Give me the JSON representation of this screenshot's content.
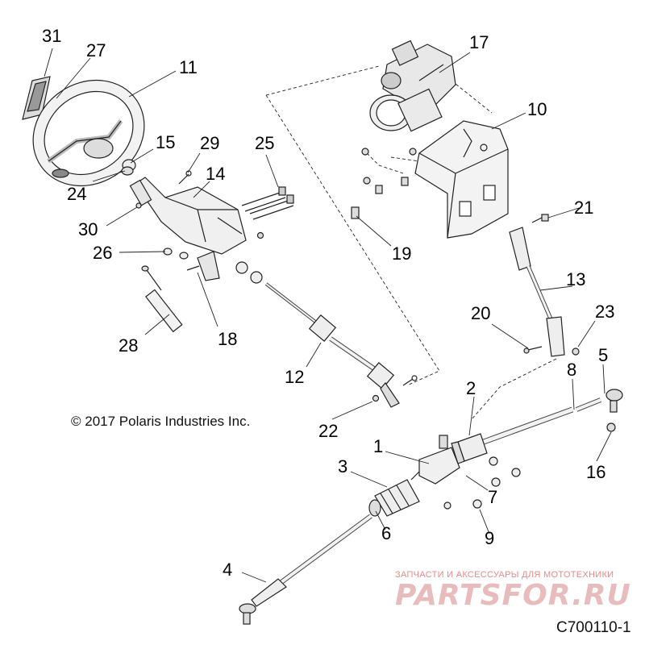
{
  "callouts": [
    "31",
    "27",
    "11",
    "15",
    "29",
    "25",
    "14",
    "24",
    "30",
    "26",
    "28",
    "18",
    "12",
    "22",
    "17",
    "10",
    "19",
    "21",
    "13",
    "20",
    "23",
    "8",
    "5",
    "2",
    "1",
    "3",
    "7",
    "6",
    "9",
    "16",
    "4"
  ],
  "copyright": "© 2017 Polaris Industries Inc.",
  "figure_id": "C700110-1",
  "watermark": {
    "tagline": "ЗАПЧАСТИ И АКСЕССУАРЫ ДЛЯ МОТОТЕХНИКИ",
    "logo": "PARTSFOR.RU",
    "color": "#e8bcbc"
  },
  "colors": {
    "line": "#222222",
    "part_fill": "#f2f2f2",
    "shade": "#cfcfcf"
  }
}
